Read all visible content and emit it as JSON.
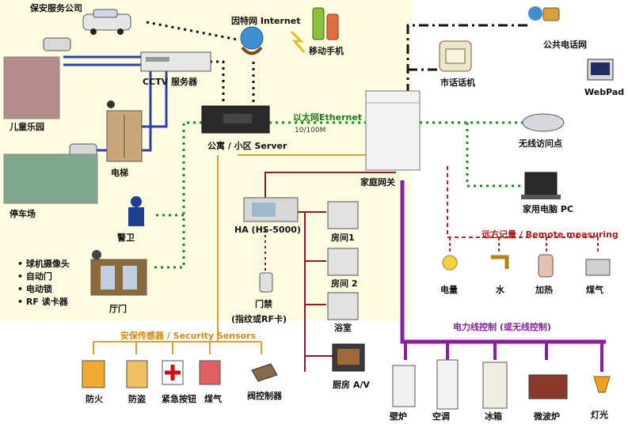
{
  "labels": {
    "security_company": "保安服务公司",
    "internet": "因特网 Internet",
    "mobile": "移动手机",
    "pstn": "公共电话网",
    "landline": "市话话机",
    "webpad": "WebPad",
    "cctv": "CCTV 服务器",
    "playground": "儿童乐园",
    "elevator": "电梯",
    "server": "公寓 / 小区 Server",
    "ethernet": "以太网Ethernet",
    "ethernet_speed": "10/100M",
    "home_gateway": "家庭网关",
    "wireless_ap": "无线访问点",
    "home_pc": "家用电脑 PC",
    "parking": "停车场",
    "guard": "警卫",
    "ha": "HA (HS-5000)",
    "room1": "房间1",
    "room2": "房间 2",
    "bathroom": "浴室",
    "remote_metering": "远方记量 / Remote measuring",
    "electric_meter": "电量",
    "water": "水",
    "heating": "加热",
    "gas": "煤气",
    "lobby": "厅门",
    "access_control": "门禁",
    "fingerprint": "(指纹或RF卡)",
    "powerline": "电力线控制 (或无线控制)",
    "security_sensors": "安保传感器 / Security Sensors",
    "kitchen": "厨房 A/V",
    "fire": "防火",
    "theft": "防盗",
    "emergency": "紧急按钮",
    "gas_sensor": "煤气",
    "valve": "阀控制器",
    "boiler": "壁炉",
    "aircon": "空调",
    "fridge": "冰箱",
    "microwave": "微波炉",
    "light": "灯光"
  },
  "bullets": [
    "球机摄像头",
    "自动门",
    "电动锁",
    "RF 读卡器"
  ]
}
